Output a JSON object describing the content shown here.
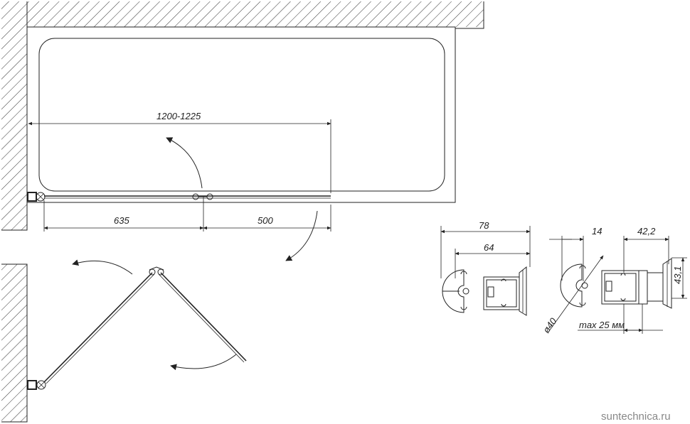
{
  "plan_view": {
    "overall_width": "1200-1225",
    "fixed_panel": "635",
    "swing_panel": "500"
  },
  "profile_a": {
    "width_total": "78",
    "width_inner": "64"
  },
  "profile_b": {
    "offset": "14",
    "depth": "42,2",
    "height": "43,1",
    "diameter": "ø40",
    "max_adjust": "max 25 мм"
  },
  "watermark": "suntechnica.ru"
}
